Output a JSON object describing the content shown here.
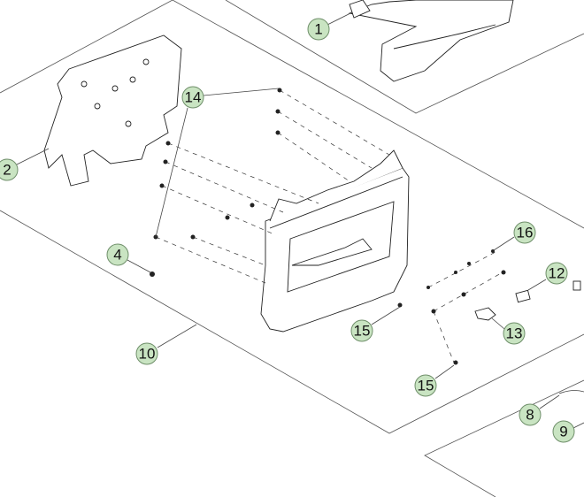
{
  "diagram": {
    "callouts": [
      {
        "label": "1"
      },
      {
        "label": "2"
      },
      {
        "label": "14"
      },
      {
        "label": "4"
      },
      {
        "label": "10"
      },
      {
        "label": "16"
      },
      {
        "label": "12"
      },
      {
        "label": "15"
      },
      {
        "label": "13"
      },
      {
        "label": "15"
      },
      {
        "label": "8"
      },
      {
        "label": "9"
      }
    ],
    "callout_color": "#c9e4c2"
  }
}
